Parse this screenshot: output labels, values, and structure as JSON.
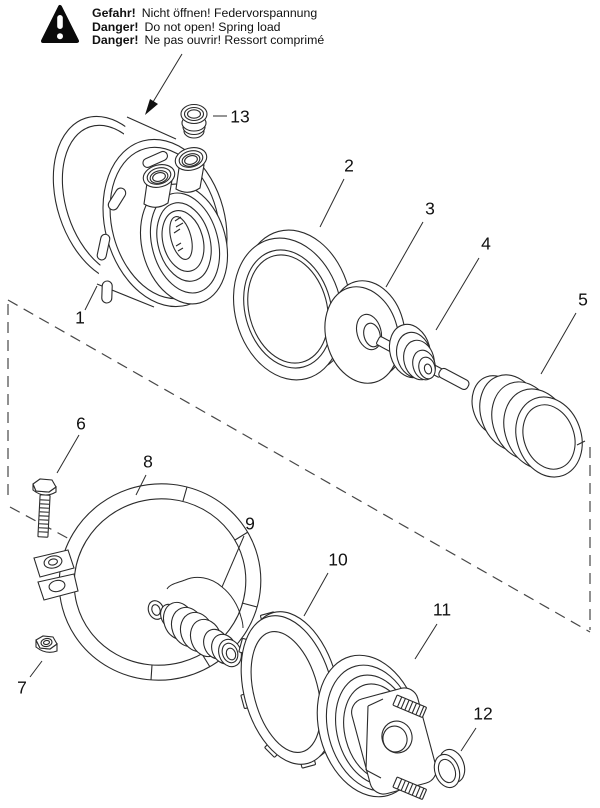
{
  "warning": {
    "icon": "warning-triangle",
    "lines": [
      {
        "prefix": "Gefahr!",
        "text": "Nicht öffnen! Federvorspannung"
      },
      {
        "prefix": "Danger!",
        "text": "Do not open! Spring load"
      },
      {
        "prefix": "Danger!",
        "text": "Ne pas ouvrir! Ressort comprimé"
      }
    ]
  },
  "parts": {
    "p1": "1",
    "p2": "2",
    "p3": "3",
    "p4": "4",
    "p5": "5",
    "p6": "6",
    "p7": "7",
    "p8": "8",
    "p9": "9",
    "p10": "10",
    "p11": "11",
    "p12": "12",
    "p13": "13"
  },
  "colors": {
    "line": "#2b2b2b",
    "label": "#111111",
    "warning": "#000000",
    "background": "#ffffff"
  }
}
